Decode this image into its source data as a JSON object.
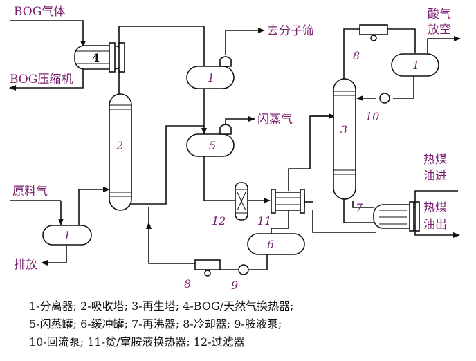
{
  "streams": {
    "bog_gas": "BOG气体",
    "bog_compressor": "BOG压缩机",
    "to_mol_sieve": "去分子筛",
    "acid_gas_vent": [
      "酸气",
      "放空"
    ],
    "flash_gas": "闪蒸气",
    "feed_gas": "原料气",
    "heat_oil_in": [
      "热煤",
      "油进"
    ],
    "heat_oil_out": [
      "热煤",
      "油出"
    ],
    "drain": "排放"
  },
  "equipment_numbers": {
    "bog_exchanger": "4",
    "absorber": "2",
    "separator_top": "1",
    "separator_right": "1",
    "separator_left": "1",
    "flash_tank": "5",
    "regenerator": "3",
    "cooler_top": "8",
    "reflux_pump": "10",
    "filter": "12",
    "lean_rich_exchanger": "11",
    "surge_tank": "6",
    "reboiler": "7",
    "cooler_bottom": "8",
    "amine_pump": "9"
  },
  "legend": [
    "1-分离器; 2-吸收塔; 3-再生塔; 4-BOG/天然气换热器;",
    "5-闪蒸罐; 6-缓冲罐; 7-再沸器; 8-冷却器; 9-胺液泵;",
    "10-回流泵; 11-贫/富胺液换热器; 12-过滤器"
  ]
}
